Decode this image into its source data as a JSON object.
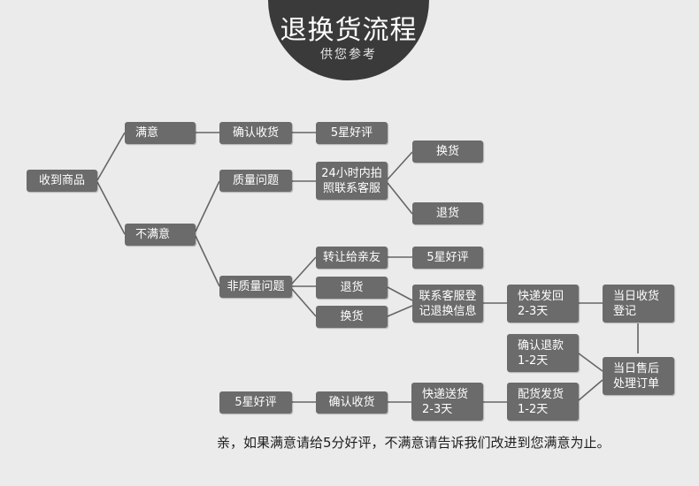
{
  "header": {
    "title": "退换货流程",
    "subtitle": "供您参考"
  },
  "nodes": {
    "received": "收到商品",
    "satisfied": "满意",
    "confirm_receipt_top": "确认收货",
    "five_star_top": "5星好评",
    "unsatisfied": "不满意",
    "quality_issue": "质量问题",
    "photo_contact": "24小时内拍\n照联系客服",
    "exchange_top": "换货",
    "return_top": "退货",
    "non_quality_issue": "非质量问题",
    "transfer_relative": "转让给亲友",
    "five_star_mid": "5星好评",
    "return_mid": "退货",
    "exchange_mid": "换货",
    "register_info": "联系客服登\n记退换信息",
    "ship_back": "快递发回\n2-3天",
    "same_day_receive": "当日收货\n登记",
    "confirm_refund": "确认退款\n1-2天",
    "same_day_process": "当日售后\n处理订单",
    "five_star_bottom": "5星好评",
    "confirm_receipt_bottom": "确认收货",
    "courier_delivery": "快递送货\n2-3天",
    "ship_out": "配货发货\n1-2天"
  },
  "footer": "亲，如果满意请给5分好评，不满意请告诉我们改进到您满意为止。",
  "colors": {
    "node": "#6b6b6b",
    "line": "#666666",
    "background": "#ebebeb",
    "header": "#3a3a3a"
  }
}
